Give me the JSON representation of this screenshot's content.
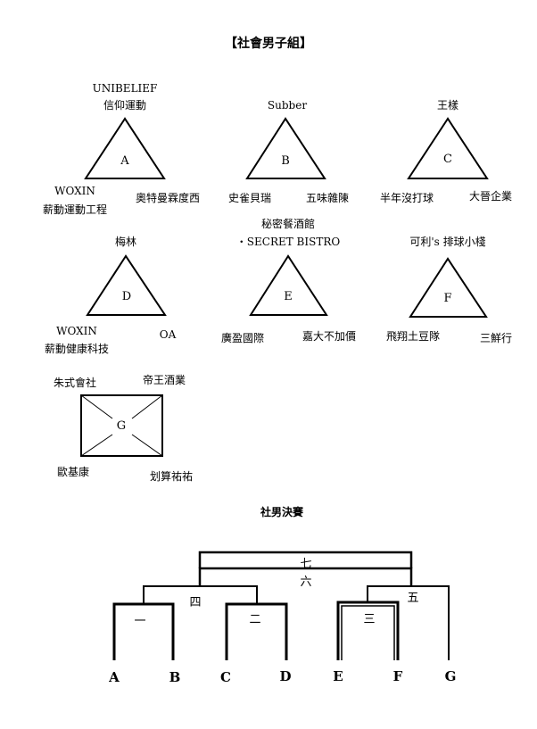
{
  "title": "【社會男子組】",
  "groups": {
    "A": {
      "letter": "A",
      "top_en": "UNIBELIEF",
      "top": "信仰運動",
      "bl_en": "WOXIN",
      "bl": "薪動運動工程",
      "br": "奧特曼霖度西"
    },
    "B": {
      "letter": "B",
      "top": "Subber",
      "bl": "史雀貝瑞",
      "br": "五味雜陳"
    },
    "C": {
      "letter": "C",
      "top": "王樣",
      "bl": "半年沒打球",
      "br": "大晉企業"
    },
    "D": {
      "letter": "D",
      "top": "梅林",
      "bl_en": "WOXIN",
      "bl": "薪動健康科技",
      "br": "OA"
    },
    "E": {
      "letter": "E",
      "top1": "秘密餐酒館",
      "top2": "・SECRET BISTRO",
      "bl": "廣盈國際",
      "br": "嘉大不加價"
    },
    "F": {
      "letter": "F",
      "top": "可利's 排球小棧",
      "bl": "飛翔土豆隊",
      "br": "三鮮行"
    },
    "G": {
      "letter": "G",
      "tl": "朱式會社",
      "tr": "帝王酒業",
      "bl": "歐基康",
      "br": "划算祐祐"
    }
  },
  "bracket": {
    "title": "社男決賽",
    "teams": [
      "A",
      "B",
      "C",
      "D",
      "E",
      "F",
      "G"
    ],
    "rounds": {
      "r1": "一",
      "r2": "二",
      "r3": "三",
      "r4": "四",
      "r5": "五",
      "r6": "六",
      "r7": "七"
    }
  }
}
